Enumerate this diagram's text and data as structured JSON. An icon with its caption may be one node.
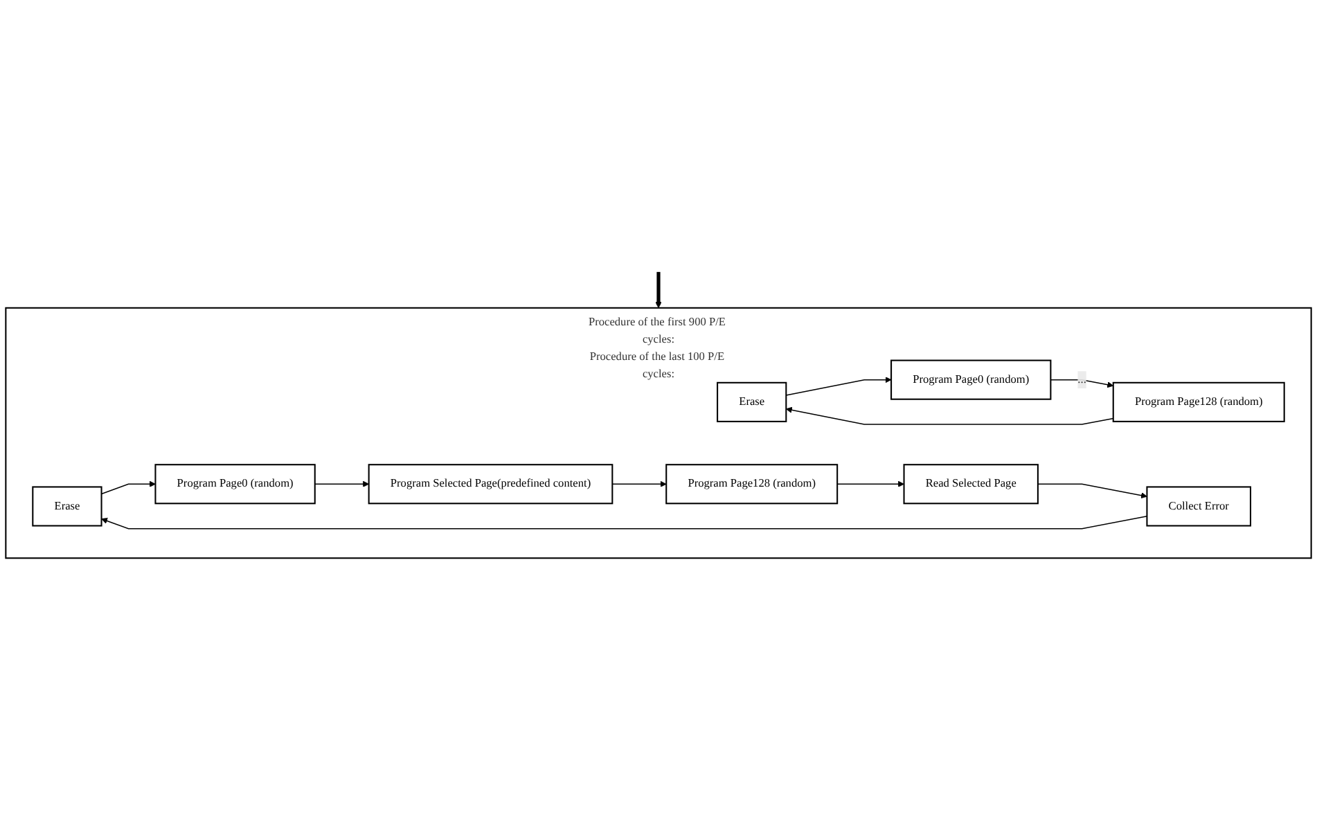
{
  "diagram": {
    "nodes": [
      {
        "text": [
          "Procedure of the first 900 P/E cycles:",
          "Procedure of the last 100 P/E cycles:"
        ]
      },
      {
        "text": [
          "Erase"
        ],
        "in": 0
      },
      {
        "text": [
          "Program Page0 (random)"
        ],
        "in": 0
      },
      {
        "text": [
          "Program Page128 (random)"
        ],
        "in": 0
      },
      {
        "text": [
          "Erase"
        ],
        "in": 0
      },
      {
        "text": [
          "Program Page0 (random)"
        ],
        "in": 0
      },
      {
        "text": [
          "Program Selected Page(predefined content)"
        ],
        "in": 0
      },
      {
        "text": [
          "Program Page128 (random)"
        ],
        "in": 0
      },
      {
        "text": [
          "Read Selected Page"
        ],
        "in": 0
      },
      {
        "text": [
          "Collect Error"
        ],
        "in": 0
      }
    ],
    "edges": [
      {
        "from": null,
        "to": 0,
        "arrow": "to",
        "style": "thick"
      },
      {
        "from": 1,
        "to": 2,
        "arrow": "to"
      },
      {
        "from": 2,
        "to": 3,
        "arrow": "to",
        "label": "..."
      },
      {
        "from": 3,
        "to": 1,
        "arrow": "to"
      },
      {
        "from": 4,
        "to": 5,
        "arrow": "to"
      },
      {
        "from": 5,
        "to": 6,
        "arrow": "to"
      },
      {
        "from": 6,
        "to": 7,
        "arrow": "to"
      },
      {
        "from": 7,
        "to": 8,
        "arrow": "to"
      },
      {
        "from": 8,
        "to": 9,
        "arrow": "to"
      },
      {
        "from": 9,
        "to": 4,
        "arrow": "to"
      }
    ]
  }
}
